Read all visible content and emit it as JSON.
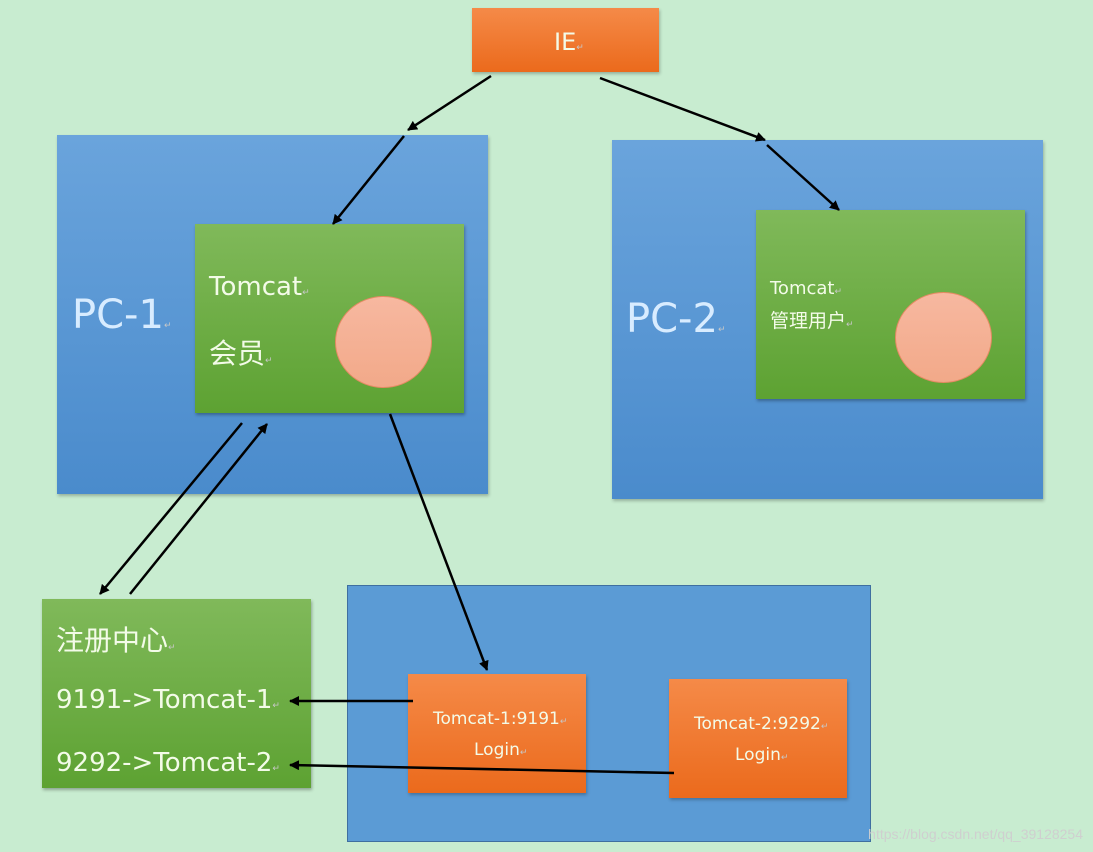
{
  "ie": {
    "label": "IE"
  },
  "pc1": {
    "label": "PC-1",
    "tomcat": {
      "title": "Tomcat",
      "subtitle": "会员"
    }
  },
  "pc2": {
    "label": "PC-2",
    "tomcat": {
      "title": "Tomcat",
      "subtitle": "管理用户"
    }
  },
  "registry": {
    "title": "注册中心",
    "entries": [
      "9191->Tomcat-1",
      "9292->Tomcat-2"
    ]
  },
  "cluster": {
    "tomcat1": {
      "title": "Tomcat-1:9191",
      "subtitle": "Login"
    },
    "tomcat2": {
      "title": "Tomcat-2:9292",
      "subtitle": "Login"
    }
  },
  "paragraph_mark": "↵",
  "watermark": "https://blog.csdn.net/qq_39128254",
  "colors": {
    "background": "#c8ecd0",
    "orange": "#ee7428",
    "blue": "#5b9bd5",
    "green": "#70ad47",
    "circle": "#f4b39a",
    "arrow": "#000000"
  }
}
